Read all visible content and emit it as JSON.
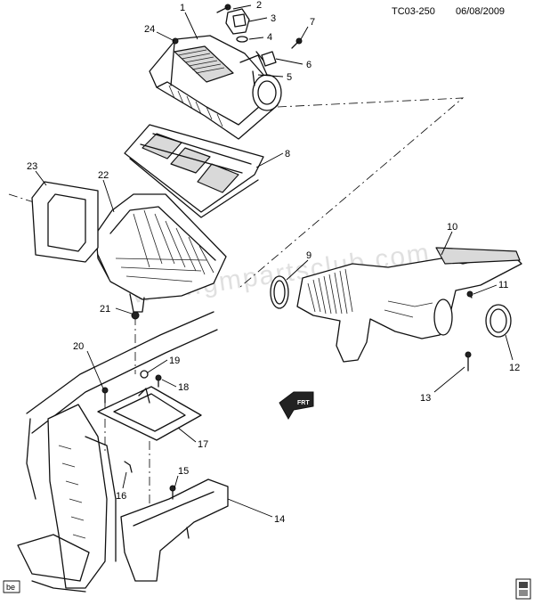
{
  "header": {
    "diagram_code": "TC03-250",
    "date": "06/08/2009"
  },
  "watermark": "www.gmpartsclub.com",
  "corner_tag": "be",
  "direction_arrow": "FRT",
  "callouts": [
    {
      "id": "c1",
      "label": "1"
    },
    {
      "id": "c2",
      "label": "2"
    },
    {
      "id": "c3",
      "label": "3"
    },
    {
      "id": "c4",
      "label": "4"
    },
    {
      "id": "c5",
      "label": "5"
    },
    {
      "id": "c6",
      "label": "6"
    },
    {
      "id": "c7",
      "label": "7"
    },
    {
      "id": "c8",
      "label": "8"
    },
    {
      "id": "c9",
      "label": "9"
    },
    {
      "id": "c10",
      "label": "10"
    },
    {
      "id": "c11",
      "label": "11"
    },
    {
      "id": "c12",
      "label": "12"
    },
    {
      "id": "c13",
      "label": "13"
    },
    {
      "id": "c14",
      "label": "14"
    },
    {
      "id": "c15",
      "label": "15"
    },
    {
      "id": "c16",
      "label": "16"
    },
    {
      "id": "c17",
      "label": "17"
    },
    {
      "id": "c18",
      "label": "18"
    },
    {
      "id": "c19",
      "label": "19"
    },
    {
      "id": "c20",
      "label": "20"
    },
    {
      "id": "c21",
      "label": "21"
    },
    {
      "id": "c22",
      "label": "22"
    },
    {
      "id": "c23",
      "label": "23"
    },
    {
      "id": "c24",
      "label": "24"
    }
  ]
}
